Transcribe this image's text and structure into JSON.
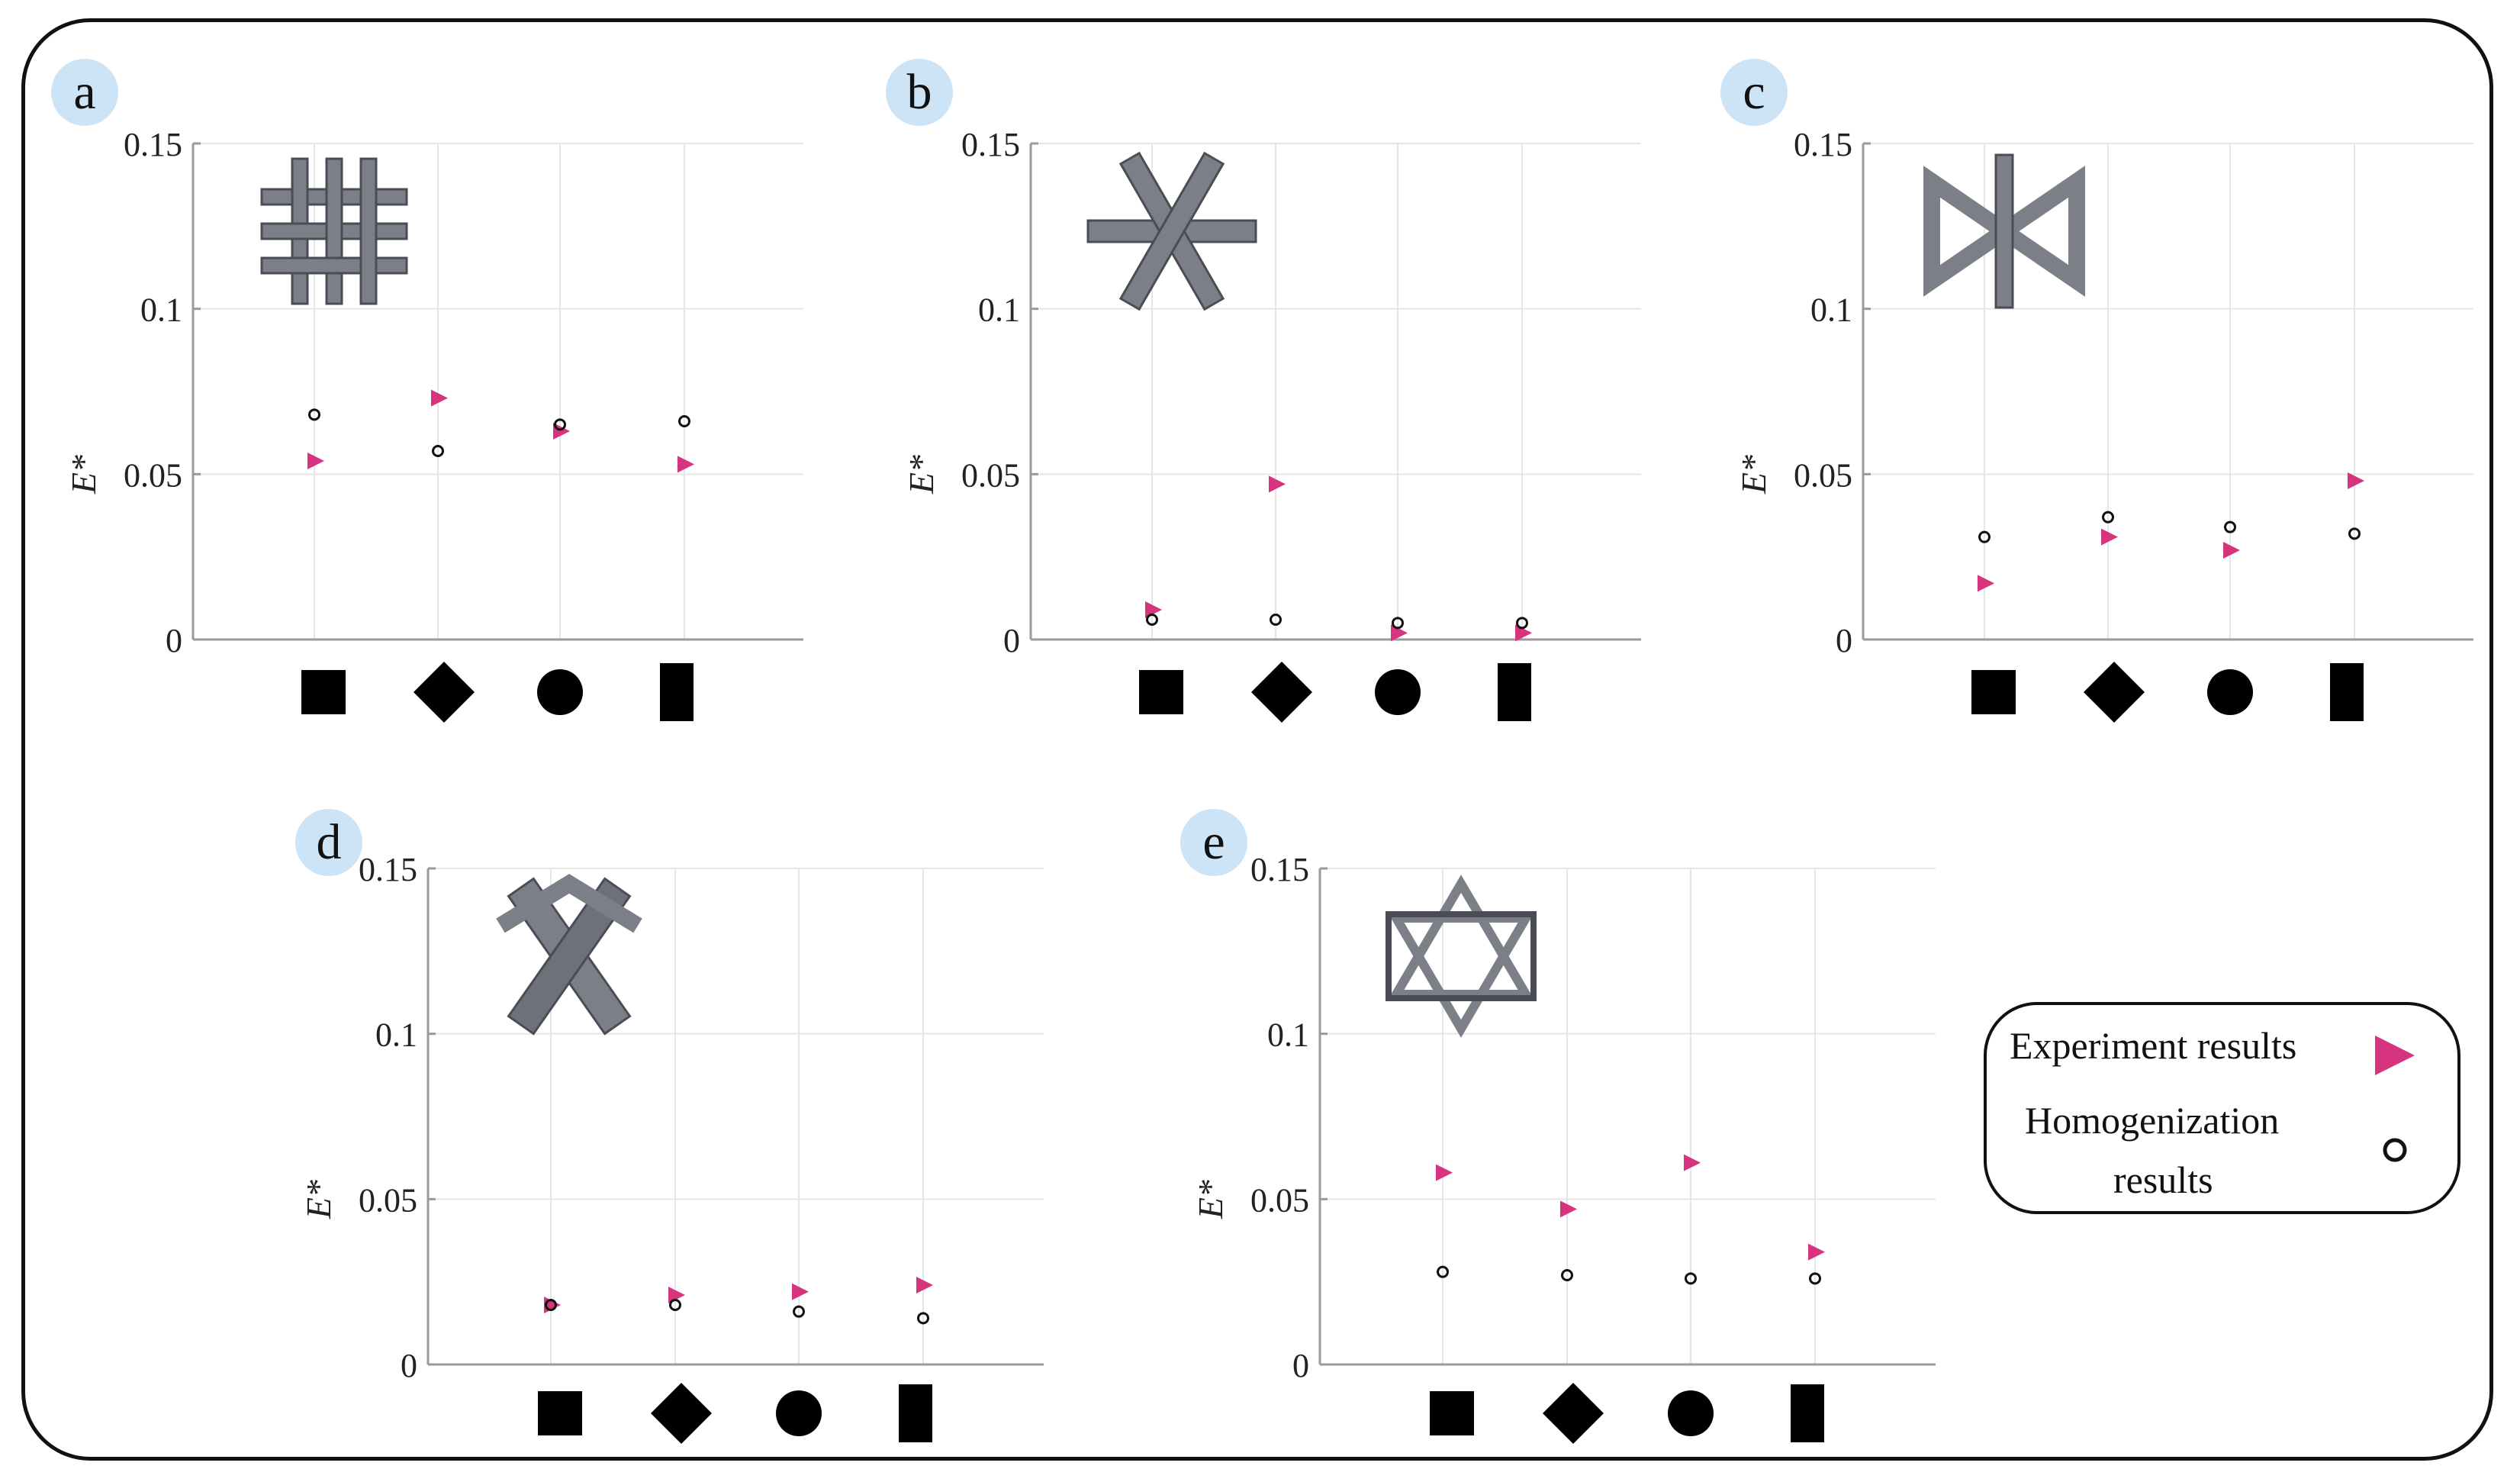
{
  "colors": {
    "experiment": "#d6347e",
    "homogenization": "#111111",
    "badge": "#cde4f7",
    "grid": "#e6e6e6",
    "axis": "#9a9a9a"
  },
  "legend": {
    "experiment_label": "Experiment results",
    "homog_label_line1": "Homogenization",
    "homog_label_line2": "results"
  },
  "chart_data": [
    {
      "panel": "a",
      "type": "scatter",
      "ylabel": "E*",
      "ylim": [
        0,
        0.15
      ],
      "yticks": [
        "0",
        "0.05",
        "0.1",
        "0.15"
      ],
      "categories": [
        "square",
        "diamond",
        "circle",
        "rectangle"
      ],
      "grid": true,
      "inset_icon": "cubic-lattice-icon",
      "series": [
        {
          "name": "Experiment results",
          "marker": "triangle-right",
          "values": [
            0.054,
            0.073,
            0.063,
            0.053
          ]
        },
        {
          "name": "Homogenization results",
          "marker": "open-circle",
          "values": [
            0.068,
            0.057,
            0.065,
            0.066
          ]
        }
      ]
    },
    {
      "panel": "b",
      "type": "scatter",
      "ylabel": "E*",
      "ylim": [
        0,
        0.15
      ],
      "yticks": [
        "0",
        "0.05",
        "0.1",
        "0.15"
      ],
      "categories": [
        "square",
        "diamond",
        "circle",
        "rectangle"
      ],
      "grid": true,
      "inset_icon": "star-lattice-icon",
      "series": [
        {
          "name": "Experiment results",
          "marker": "triangle-right",
          "values": [
            0.009,
            0.047,
            0.002,
            0.002
          ]
        },
        {
          "name": "Homogenization results",
          "marker": "open-circle",
          "values": [
            0.006,
            0.006,
            0.005,
            0.005
          ]
        }
      ]
    },
    {
      "panel": "c",
      "type": "scatter",
      "ylabel": "E*",
      "ylim": [
        0,
        0.15
      ],
      "yticks": [
        "0",
        "0.05",
        "0.1",
        "0.15"
      ],
      "categories": [
        "square",
        "diamond",
        "circle",
        "rectangle"
      ],
      "grid": true,
      "inset_icon": "bowtie-lattice-icon",
      "series": [
        {
          "name": "Experiment results",
          "marker": "triangle-right",
          "values": [
            0.017,
            0.031,
            0.027,
            0.048
          ]
        },
        {
          "name": "Homogenization results",
          "marker": "open-circle",
          "values": [
            0.031,
            0.037,
            0.034,
            0.032
          ]
        }
      ]
    },
    {
      "panel": "d",
      "type": "scatter",
      "ylabel": "E*",
      "ylim": [
        0,
        0.15
      ],
      "yticks": [
        "0",
        "0.05",
        "0.1",
        "0.15"
      ],
      "categories": [
        "square",
        "diamond",
        "circle",
        "rectangle"
      ],
      "grid": true,
      "inset_icon": "x-lattice-icon",
      "series": [
        {
          "name": "Experiment results",
          "marker": "triangle-right",
          "values": [
            0.018,
            0.021,
            0.022,
            0.024
          ]
        },
        {
          "name": "Homogenization results",
          "marker": "open-circle",
          "values": [
            0.018,
            0.018,
            0.016,
            0.014
          ]
        }
      ]
    },
    {
      "panel": "e",
      "type": "scatter",
      "ylabel": "E*",
      "ylim": [
        0,
        0.15
      ],
      "yticks": [
        "0",
        "0.05",
        "0.1",
        "0.15"
      ],
      "categories": [
        "square",
        "diamond",
        "circle",
        "rectangle"
      ],
      "grid": true,
      "inset_icon": "octet-lattice-icon",
      "series": [
        {
          "name": "Experiment results",
          "marker": "triangle-right",
          "values": [
            0.058,
            0.047,
            0.061,
            0.034
          ]
        },
        {
          "name": "Homogenization results",
          "marker": "open-circle",
          "values": [
            0.028,
            0.027,
            0.026,
            0.026
          ]
        }
      ]
    }
  ]
}
